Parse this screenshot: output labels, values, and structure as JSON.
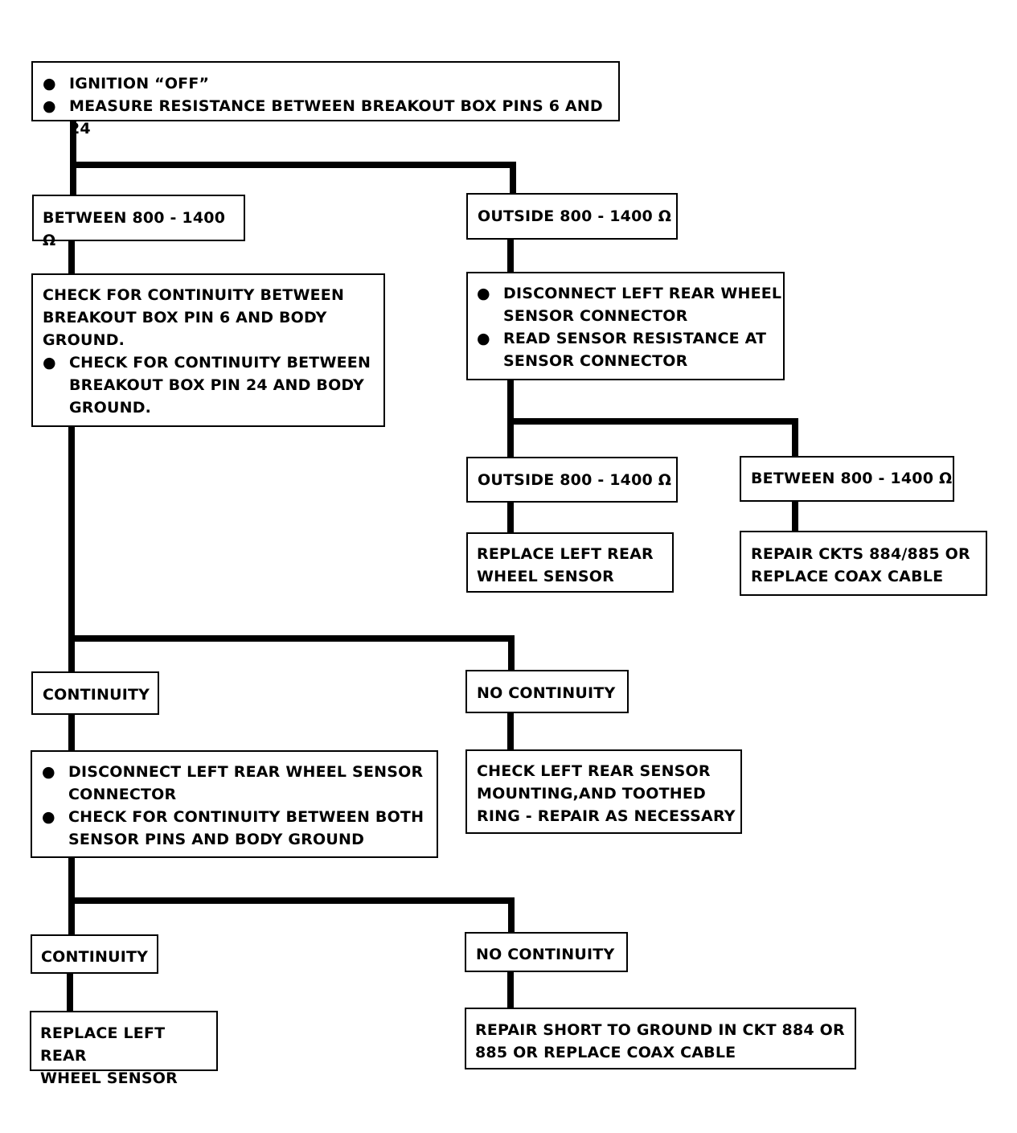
{
  "ohm": "Ω",
  "start": {
    "items": [
      "IGNITION “OFF”",
      "MEASURE RESISTANCE BETWEEN BREAKOUT BOX PINS 6 AND 24"
    ]
  },
  "between1": {
    "text": "BETWEEN 800 - 1400"
  },
  "outside1": {
    "text": "OUTSIDE 800 - 1400"
  },
  "check_cont": {
    "lead": [
      "CHECK FOR CONTINUITY BETWEEN",
      "BREAKOUT BOX  PIN 6  AND BODY",
      "GROUND."
    ],
    "item": [
      "CHECK FOR CONTINUITY BETWEEN",
      "BREAKOUT BOX PIN 24 AND BODY",
      "GROUND."
    ]
  },
  "disconnect1": {
    "item1": [
      "DISCONNECT LEFT REAR WHEEL",
      "SENSOR CONNECTOR"
    ],
    "item2": [
      "READ SENSOR RESISTANCE AT",
      "SENSOR CONNECTOR"
    ]
  },
  "outside2": {
    "text": "OUTSIDE 800 - 1400"
  },
  "between2": {
    "text": "BETWEEN 800 - 1400"
  },
  "replace1": {
    "lines": [
      "REPLACE LEFT REAR",
      "WHEEL SENSOR"
    ]
  },
  "repair1": {
    "lines": [
      "REPAIR CKTS 884/885 OR",
      "REPLACE COAX CABLE"
    ]
  },
  "continuity1": {
    "text": "CONTINUITY"
  },
  "nocont1": {
    "text": "NO CONTINUITY"
  },
  "disconnect2": {
    "item1": [
      "DISCONNECT LEFT REAR WHEEL SENSOR",
      "CONNECTOR"
    ],
    "item2": [
      "CHECK FOR CONTINUITY BETWEEN BOTH",
      "SENSOR PINS AND BODY GROUND"
    ]
  },
  "check_mount": {
    "lines": [
      "CHECK LEFT REAR SENSOR",
      "MOUNTING,AND TOOTHED",
      "RING - REPAIR AS NECESSARY"
    ]
  },
  "continuity2": {
    "text": "CONTINUITY"
  },
  "nocont2": {
    "text": "NO CONTINUITY"
  },
  "replace2": {
    "lines": [
      "REPLACE LEFT REAR",
      "WHEEL SENSOR"
    ]
  },
  "repair2": {
    "lines": [
      "REPAIR SHORT TO GROUND IN CKT  884 OR",
      "885  OR REPLACE COAX CABLE"
    ]
  }
}
